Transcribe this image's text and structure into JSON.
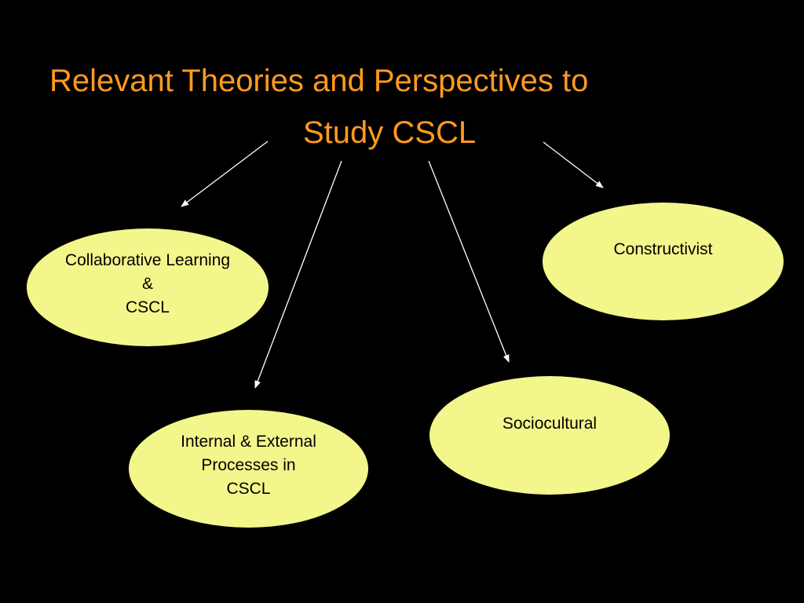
{
  "title": {
    "line1": "Relevant Theories and Perspectives to",
    "line2": "Study CSCL"
  },
  "nodes": {
    "collaborative": {
      "line1": "Collaborative Learning",
      "line2": "&",
      "line3": "CSCL"
    },
    "internal_external": {
      "line1": "Internal & External",
      "line2": "Processes in",
      "line3": "CSCL"
    },
    "sociocultural": {
      "label": "Sociocultural"
    },
    "constructivist": {
      "label": "Constructivist"
    }
  },
  "colors": {
    "background": "#000000",
    "title": "#FF9A1F",
    "node_fill": "#F3F68A",
    "arrow": "#FFFFFF"
  }
}
